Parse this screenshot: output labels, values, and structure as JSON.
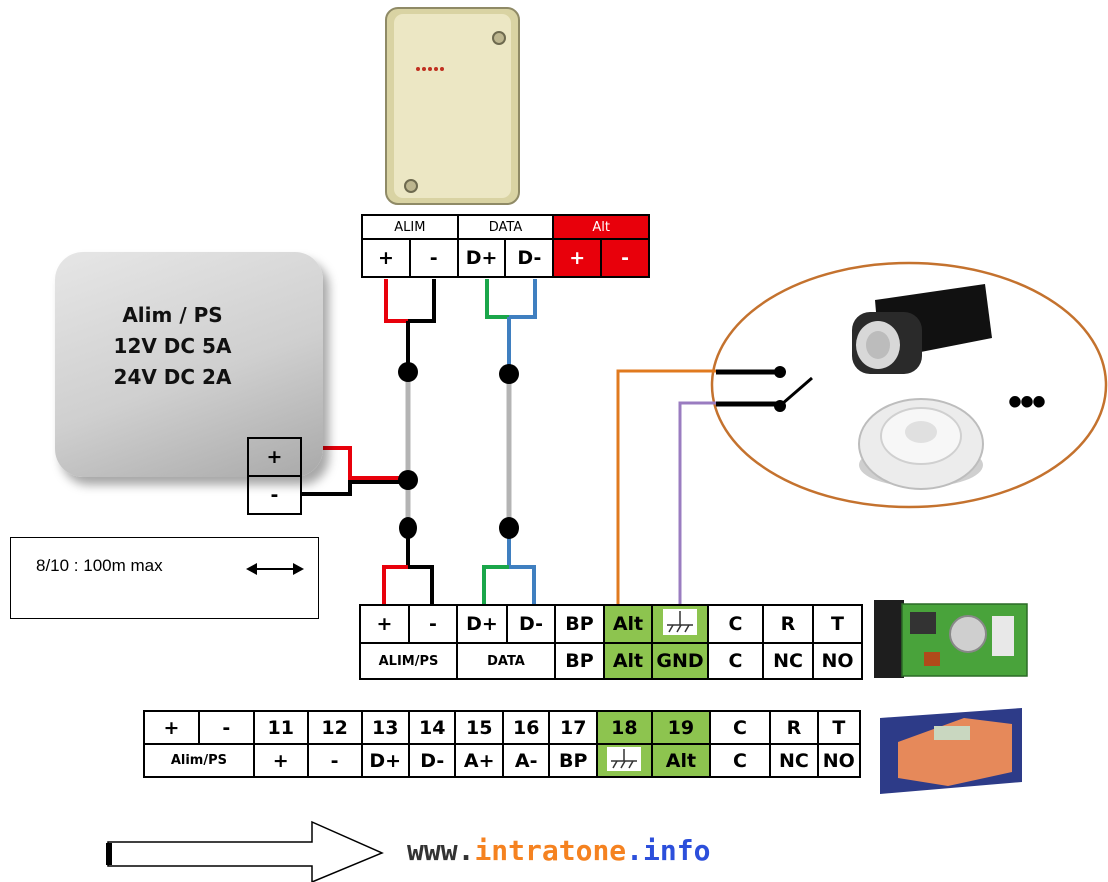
{
  "reader_terminal": {
    "headers": [
      "ALIM",
      "DATA",
      "Alt"
    ],
    "pins": [
      "+",
      "-",
      "D+",
      "D-",
      "+",
      "-"
    ],
    "colors": {
      "alt_header": "#e8000b"
    }
  },
  "power_supply": {
    "lines": [
      "Alim / PS",
      "12V DC 5A",
      "24V DC 2A"
    ],
    "terminals": [
      "+",
      "-"
    ]
  },
  "cable_note": {
    "text": "8/10 : 100m max",
    "icon": "double-arrow-icon"
  },
  "module_terminal": {
    "row1": [
      "+",
      "-",
      "D+",
      "D-",
      "BP",
      "Alt",
      "ground-symbol",
      "C",
      "R",
      "T"
    ],
    "row2": [
      "ALIM/PS",
      "DATA",
      "BP",
      "Alt",
      "GND",
      "C",
      "NC",
      "NO"
    ]
  },
  "keypad_terminal": {
    "row1": [
      "+",
      "-",
      "11",
      "12",
      "13",
      "14",
      "15",
      "16",
      "17",
      "18",
      "19",
      "C",
      "R",
      "T"
    ],
    "row2": [
      "Alim/PS",
      "+",
      "-",
      "D+",
      "D-",
      "A+",
      "A-",
      "BP",
      "ground-symbol",
      "Alt",
      "C",
      "NC",
      "NO"
    ]
  },
  "sensors": {
    "ellipsis": "•••",
    "icons": [
      "motion-detector-icon",
      "smoke-detector-icon",
      "switch-contact-icon"
    ]
  },
  "website": {
    "prefix": "www.",
    "name": "intratone",
    "suffix": ".info",
    "colors": {
      "prefix": "#333333",
      "name": "#f58220",
      "suffix": "#2c4fdb"
    }
  },
  "wire_colors": {
    "red": "#e8000b",
    "black": "#000000",
    "grey": "#b4b4b4",
    "green": "#1aa64a",
    "blue": "#3f7fc0",
    "orange": "#e07a1f",
    "purple": "#9a7cc0",
    "ellipse": "#c4722e"
  }
}
